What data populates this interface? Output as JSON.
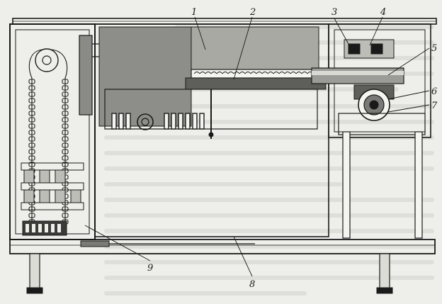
{
  "figure": {
    "callouts": [
      "1",
      "2",
      "3",
      "4",
      "5",
      "6",
      "7",
      "8",
      "9"
    ]
  },
  "colors": {
    "paper": "#eeeeea",
    "ink": "#1a1a1a",
    "shade": "#7a7a76",
    "bleed_text": "#c9c9c4"
  }
}
